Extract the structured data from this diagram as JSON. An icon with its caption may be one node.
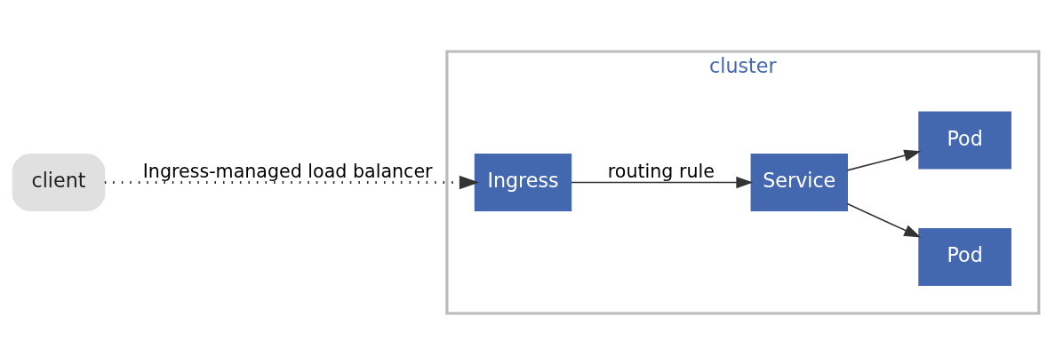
{
  "diagram": {
    "nodes": [
      {
        "text": [
          "client"
        ]
      },
      {
        "text": [
          "cluster"
        ]
      },
      {
        "text": [
          "Ingress"
        ],
        "in": 1
      },
      {
        "text": [
          "Service"
        ],
        "in": 1
      },
      {
        "text": [
          "Pod"
        ],
        "in": 1
      },
      {
        "text": [
          "Pod"
        ],
        "in": 1
      }
    ],
    "edges": [
      {
        "from": 0,
        "to": 2,
        "arrow": "to",
        "label": "Ingress-managed load balancer",
        "style": "dashed"
      },
      {
        "from": 2,
        "to": 3,
        "arrow": "to",
        "label": "routing rule"
      },
      {
        "from": 3,
        "to": 4,
        "arrow": "to"
      },
      {
        "from": 3,
        "to": 5,
        "arrow": "to"
      }
    ]
  }
}
